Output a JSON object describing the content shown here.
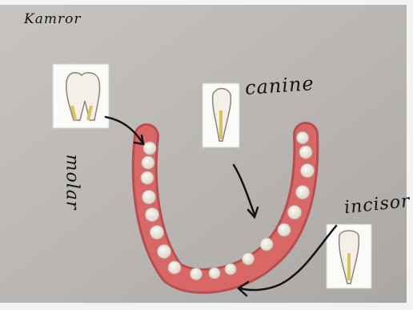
{
  "photo": {
    "name": "Kamror"
  },
  "labels": {
    "molar": "molar",
    "canine": "canine",
    "incisor": "incisor"
  },
  "colors": {
    "background_paper": "#b9b6b3",
    "gum": "#d96766",
    "gum_shadow": "#b84e4f",
    "tooth": "#f2ede4",
    "tooth_root": "#d9c25c",
    "ink": "#141414"
  }
}
